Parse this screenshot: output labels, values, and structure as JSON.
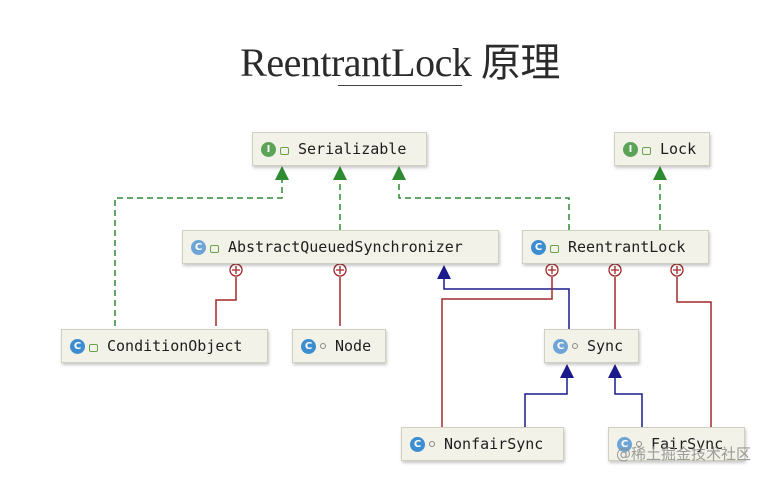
{
  "title": "ReentrantLock 原理",
  "watermark": "@稀土掘金技术社区",
  "nodes": {
    "serializable": {
      "label": "Serializable",
      "kind": "interface",
      "badge": "I"
    },
    "lock": {
      "label": "Lock",
      "kind": "interface",
      "badge": "I"
    },
    "aqs": {
      "label": "AbstractQueuedSynchronizer",
      "kind": "abstract-class",
      "badge": "C"
    },
    "reentrant_lock": {
      "label": "ReentrantLock",
      "kind": "class",
      "badge": "C"
    },
    "condition_object": {
      "label": "ConditionObject",
      "kind": "class",
      "badge": "C"
    },
    "node": {
      "label": "Node",
      "kind": "class",
      "badge": "C"
    },
    "sync": {
      "label": "Sync",
      "kind": "abstract-class",
      "badge": "C"
    },
    "nonfair_sync": {
      "label": "NonfairSync",
      "kind": "class",
      "badge": "C"
    },
    "fair_sync": {
      "label": "FairSync",
      "kind": "abstract-class",
      "badge": "C"
    }
  },
  "relations": [
    {
      "from": "ConditionObject",
      "to": "Serializable",
      "type": "implements"
    },
    {
      "from": "AbstractQueuedSynchronizer",
      "to": "Serializable",
      "type": "implements"
    },
    {
      "from": "ReentrantLock",
      "to": "Serializable",
      "type": "implements"
    },
    {
      "from": "ReentrantLock",
      "to": "Lock",
      "type": "implements"
    },
    {
      "from": "Sync",
      "to": "AbstractQueuedSynchronizer",
      "type": "extends"
    },
    {
      "from": "NonfairSync",
      "to": "Sync",
      "type": "extends"
    },
    {
      "from": "FairSync",
      "to": "Sync",
      "type": "extends"
    },
    {
      "from": "AbstractQueuedSynchronizer",
      "to": "ConditionObject",
      "type": "inner-class"
    },
    {
      "from": "AbstractQueuedSynchronizer",
      "to": "Node",
      "type": "inner-class"
    },
    {
      "from": "ReentrantLock",
      "to": "NonfairSync",
      "type": "inner-class"
    },
    {
      "from": "ReentrantLock",
      "to": "Sync",
      "type": "inner-class"
    },
    {
      "from": "ReentrantLock",
      "to": "FairSync",
      "type": "inner-class"
    }
  ],
  "colors": {
    "implements": "#2e8b32",
    "extends": "#1a1a8a",
    "inner_class": "#a02828",
    "node_fill": "#f2f2e8"
  }
}
